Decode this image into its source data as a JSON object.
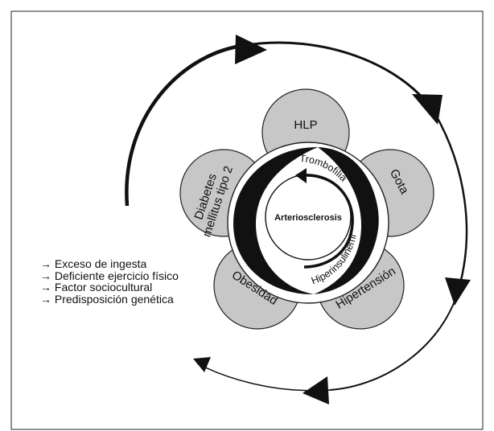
{
  "diagram": {
    "center": "Arteriosclerosis",
    "petals": {
      "hlp": "HLP",
      "gota": "Gota",
      "hipertension": "Hipertensión",
      "obesidad": "Obesidad",
      "diabetes_line1": "Diabetes",
      "diabetes_line2": "mellitus tipo 2"
    },
    "inner_ring": {
      "trombofilia": "Trombofilia",
      "hiperinsulinemia": "Hiperinsulinemia"
    },
    "factors": [
      "→ Exceso de ingesta",
      "→ Deficiente ejercicio físico",
      "→ Factor sociocultural",
      "→ Predisposición genética"
    ]
  },
  "colors": {
    "petal_fill": "#c7c7c7",
    "line": "#111111"
  }
}
